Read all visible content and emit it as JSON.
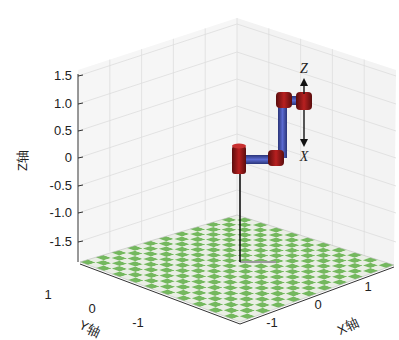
{
  "diagram": {
    "labels": [
      "1.5",
      "1.0",
      "0.5",
      "0",
      "-0.5",
      "-1.0",
      "-1.5",
      "Z轴",
      "1",
      "0",
      "-1",
      "Y轴",
      "-1",
      "0",
      "1",
      "X轴",
      "Z",
      "X"
    ]
  }
}
